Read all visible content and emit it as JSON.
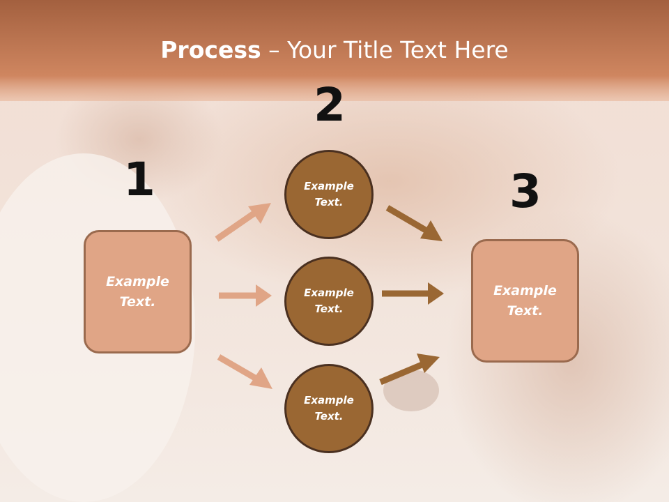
{
  "title": {
    "bold": "Process",
    "rest": " – Your Title Text Here"
  },
  "numbers": [
    "1",
    "2",
    "3"
  ],
  "left_box": {
    "text": "Example Text."
  },
  "right_box": {
    "text": "Example Text."
  },
  "circles": [
    {
      "text": "Example Text."
    },
    {
      "text": "Example Text."
    },
    {
      "text": "Example Text."
    }
  ],
  "colors": {
    "banner": "#c9825c",
    "box_fill": "#e0a586",
    "circle_fill": "#9a6733",
    "arrow_light": "#e0a586",
    "arrow_dark": "#9a6733"
  }
}
